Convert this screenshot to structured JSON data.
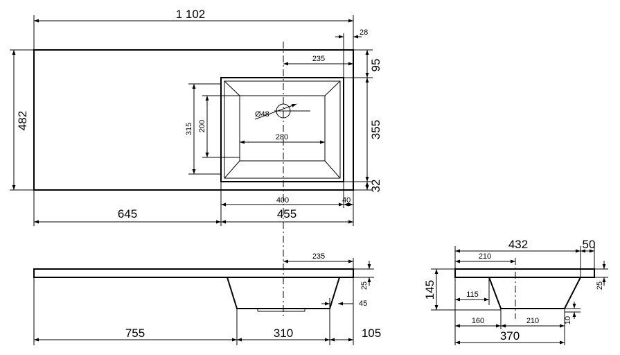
{
  "top_view": {
    "overall_width": "1 102",
    "overall_depth": "482",
    "right_margin": "28",
    "drain_offset": "235",
    "basin_top_margin": "95",
    "basin_depth": "355",
    "basin_bottom_margin": "32",
    "inner_depth": "315",
    "inner_flat_depth": "200",
    "drain_diameter": "Ø48",
    "inner_flat_width": "280",
    "basin_width": "400",
    "basin_right_margin": "40",
    "left_length": "645",
    "right_length": "455"
  },
  "front_view": {
    "drain_offset": "235",
    "slab_thickness": "25",
    "bowl_offset": "45",
    "left_length": "755",
    "bowl_width": "310",
    "right_length": "105"
  },
  "side_view": {
    "overall_depth": "432",
    "back_margin": "50",
    "drain_offset": "210",
    "height": "145",
    "slab_thickness": "25",
    "bowl_offset": "115",
    "bottom_thickness": "10",
    "bottom_left": "160",
    "bottom_right": "210",
    "bowl_depth": "370"
  }
}
